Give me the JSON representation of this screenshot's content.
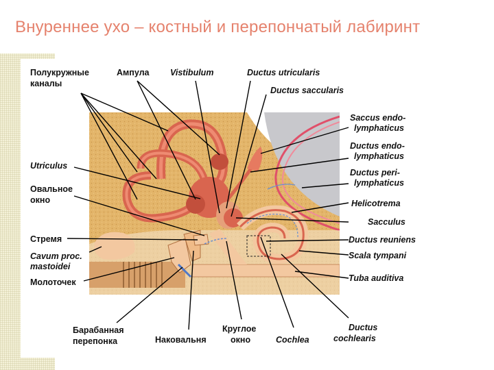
{
  "slide": {
    "title": "Внуреннее ухо – костный и перепончатый лабиринт"
  },
  "labels": {
    "polukruzhnye_1": "Полукружные",
    "polukruzhnye_2": "каналы",
    "ampula": "Ампула",
    "vistibulum": "Vistibulum",
    "ductus_utricularis": "Ductus utricularis",
    "ductus_saccularis": "Ductus saccularis",
    "saccus_1": "Saccus endo-",
    "saccus_2": "lymphaticus",
    "ductus_endo_1": "Ductus endo-",
    "ductus_endo_2": "lymphaticus",
    "ductus_peri_1": "Ductus peri-",
    "ductus_peri_2": "lymphaticus",
    "utriculus": "Utriculus",
    "ovalnoe_1": "Овальное",
    "ovalnoe_2": "окно",
    "helicotrema": "Helicotrema",
    "sacculus": "Sacculus",
    "stremya": "Стремя",
    "ductus_reuniens": "Ductus reuniens",
    "cavum_1": "Cavum proc.",
    "cavum_2": "mastoidei",
    "scala_tympani": "Scala tympani",
    "molotochek": "Молоточек",
    "tuba_auditiva": "Tuba auditiva",
    "barabannaya_1": "Барабанная",
    "barabannaya_2": "перепонка",
    "nakovalnya": "Наковальня",
    "krugloe_1": "Круглое",
    "krugloe_2": "окно",
    "cochlea": "Cochlea",
    "ductus_cochlearis_1": "Ductus",
    "ductus_cochlearis_2": "cochlearis"
  },
  "colors": {
    "title": "#e5826d",
    "bone": "#e3b56a",
    "labyrinth": "#d9654f",
    "labyrinth_dark": "#a8402f",
    "perilymph": "#f3c8a0",
    "brain_gray": "#c8c8cc",
    "vessel": "#e0506a",
    "duct_blue": "#6a8fd0"
  }
}
